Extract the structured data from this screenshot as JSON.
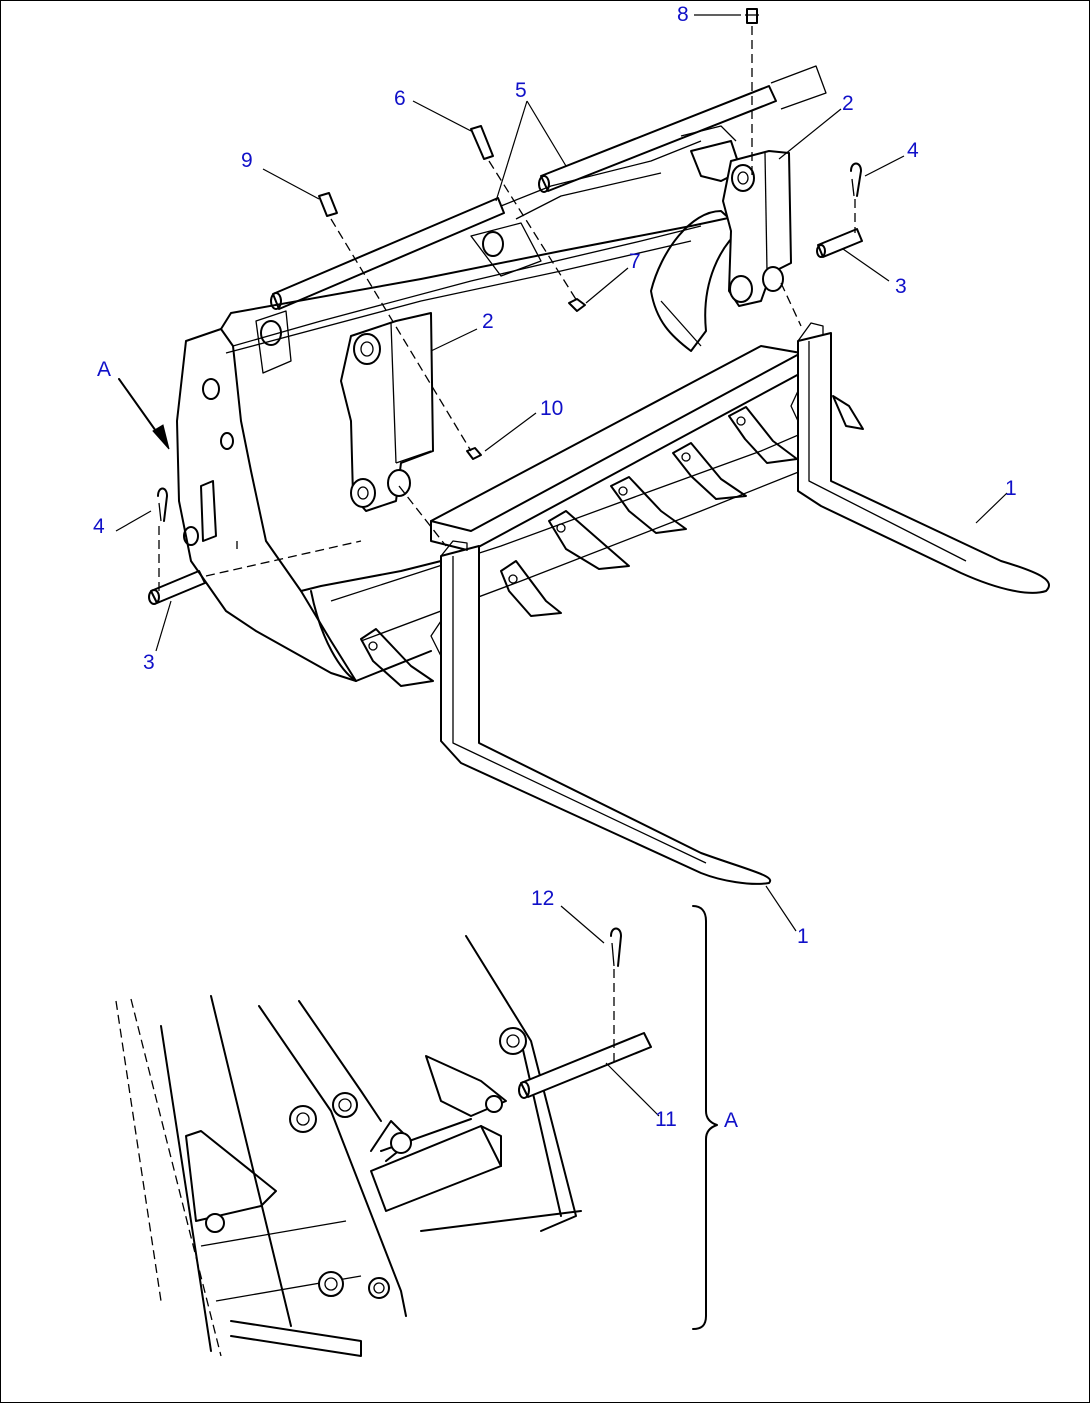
{
  "callouts": {
    "c1a": "1",
    "c1b": "1",
    "c2a": "2",
    "c2b": "2",
    "c3a": "3",
    "c3b": "3",
    "c4a": "4",
    "c4b": "4",
    "c5": "5",
    "c6": "6",
    "c7": "7",
    "c8": "8",
    "c9": "9",
    "c10": "10",
    "c11": "11",
    "c12": "12",
    "cAview": "A",
    "cAdetail": "A"
  },
  "colors": {
    "callout": "#1010c8",
    "line": "#000000",
    "background": "#ffffff"
  }
}
